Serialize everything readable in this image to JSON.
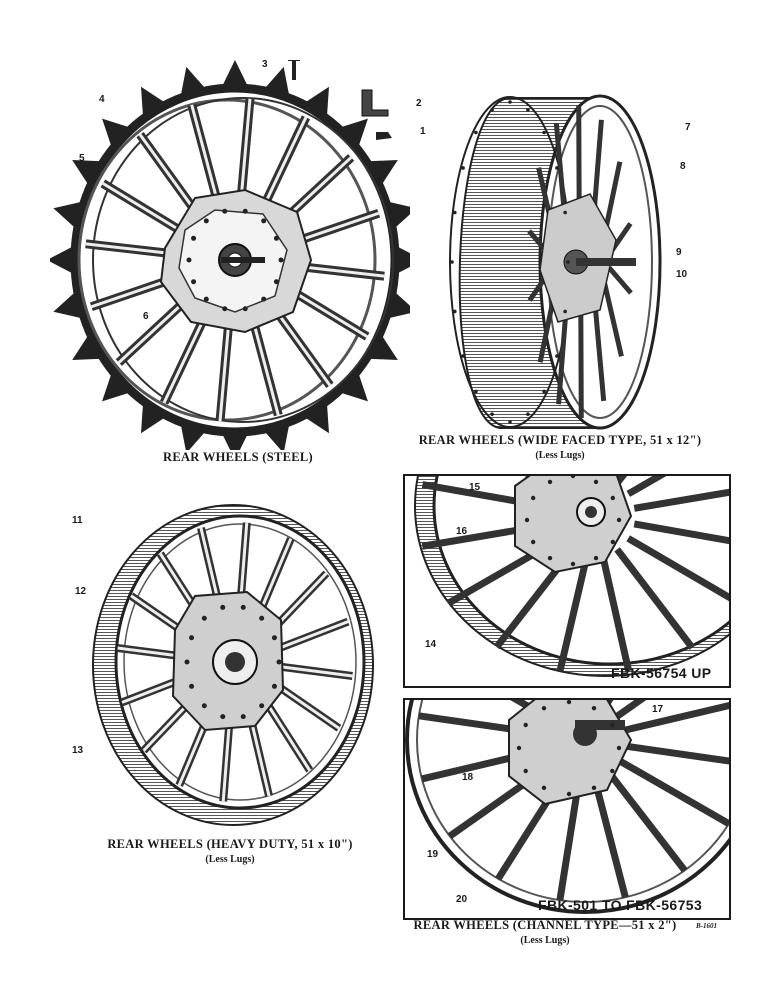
{
  "figures": {
    "steel": {
      "caption": "REAR WHEELS (STEEL)",
      "callouts": [
        "1",
        "2",
        "3",
        "4",
        "5",
        "6"
      ]
    },
    "wide": {
      "caption": "REAR WHEELS (WIDE FACED TYPE, 51 x 12\")",
      "subcaption": "(Less Lugs)",
      "callouts": [
        "7",
        "8",
        "9",
        "10"
      ]
    },
    "heavy": {
      "caption": "REAR WHEELS (HEAVY DUTY, 51 x 10\")",
      "subcaption": "(Less Lugs)",
      "callouts": [
        "11",
        "12",
        "13"
      ]
    },
    "box_upper": {
      "label": "FBK-56754 UP",
      "callouts": [
        "14",
        "15",
        "16"
      ]
    },
    "box_lower": {
      "label": "FBK-501 TO FBK-56753",
      "callouts": [
        "17",
        "18",
        "19",
        "20"
      ]
    },
    "channel": {
      "caption": "REAR WHEELS (CHANNEL TYPE—51 x 2\")",
      "subcaption": "(Less Lugs)",
      "plate_number": "B-1601"
    }
  }
}
